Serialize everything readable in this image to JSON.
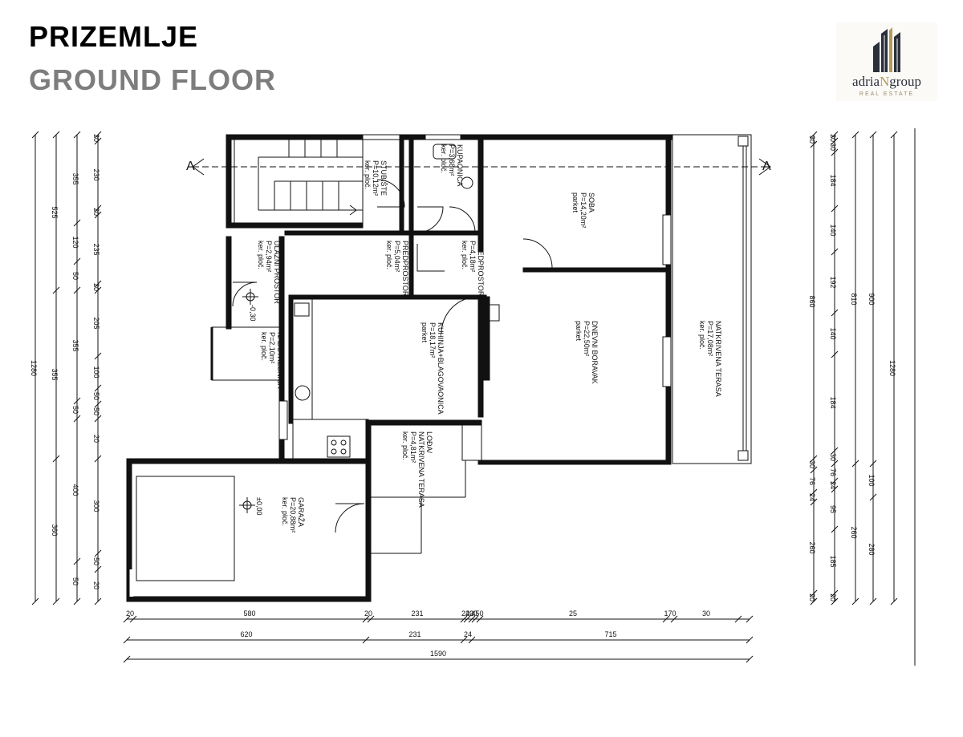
{
  "header": {
    "title_local": "PRIZEMLJE",
    "title_en": "GROUND FLOOR"
  },
  "logo": {
    "name_a": "adria",
    "name_b": "N",
    "name_c": "group",
    "subtitle": "REAL ESTATE",
    "color_dark": "#2a2f3a",
    "color_gold": "#b59a5a"
  },
  "section_marks": {
    "left": "A",
    "right": "A"
  },
  "rooms": {
    "stubiste": {
      "name": "STUBIŠTE",
      "area": "P=10,12m²",
      "floor": "ker. ploč."
    },
    "kupaonica": {
      "name": "KUPAONICA",
      "area": "P=3,68m²",
      "floor": "ker. ploč."
    },
    "soba": {
      "name": "SOBA",
      "area": "P=14,20m²",
      "floor": "parket"
    },
    "ulazni": {
      "name": "ULAZNI PROSTOR",
      "area": "P=2,94m²",
      "floor": "ker. ploč."
    },
    "predprostor1": {
      "name": "PREDPROSTOR",
      "area": "P=5,04m²",
      "floor": "ker. ploč."
    },
    "predprostor2": {
      "name": "PREDPROSTOR",
      "area": "P=4,18m²",
      "floor": "ker. ploč."
    },
    "nadstresnica": {
      "name": "NADSTREŠNICA",
      "area": "P=2,10m²",
      "floor": "ker. ploč."
    },
    "kuhinja": {
      "name": "KUHINJA+BLAGOVAONICA",
      "area": "P=18,17m²",
      "floor": "parket"
    },
    "dnevni": {
      "name": "DNEVNI BORAVAK",
      "area": "P=22,50m²",
      "floor": "parket"
    },
    "terasa": {
      "name": "NATKRIVENA TERASA",
      "area": "P=17,08m²",
      "floor": "ker. ploč."
    },
    "lodja": {
      "name": "LOĐA/",
      "name2": "NATKRIVENA TERASA",
      "area": "P=4,81m²",
      "floor": "ker. ploč."
    },
    "garaza": {
      "name": "GARAŽA",
      "area": "P=20,88m²",
      "floor": "ker. ploč."
    }
  },
  "levels": {
    "entry": "-0,30",
    "garage": "±0,00"
  },
  "dims": {
    "left1": [
      "20",
      "230",
      "20",
      "235",
      "20",
      "205",
      "100",
      "50",
      "50",
      "20",
      "300",
      "50",
      "20"
    ],
    "left2": [
      "355",
      "120",
      "50",
      "355",
      "50",
      "400",
      "50"
    ],
    "left3": [
      "525",
      "355",
      "360"
    ],
    "left4": [
      "1280"
    ],
    "right1": [
      "20",
      "30",
      "184",
      "140",
      "192",
      "140",
      "184",
      "30",
      "76",
      "24",
      "95",
      "185",
      "20"
    ],
    "right2": [
      "30",
      "860",
      "30",
      "76",
      "24",
      "260",
      "20"
    ],
    "right3": [
      "900",
      "100",
      "280"
    ],
    "right4": [
      "1280"
    ],
    "right5": [
      "810",
      "260"
    ],
    "bottom1": [
      "20",
      "580",
      "20",
      "231",
      "24",
      "20",
      "20",
      "450",
      "25",
      "170",
      "30"
    ],
    "bottom2": [
      "620",
      "231",
      "24",
      "715"
    ],
    "bottom3": [
      "1590"
    ]
  }
}
